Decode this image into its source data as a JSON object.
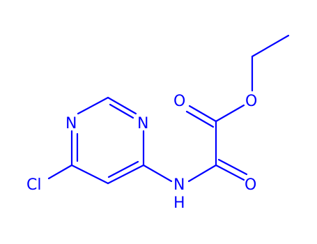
{
  "molecule": {
    "color": "#0000ff",
    "atoms": {
      "n1": "N",
      "n3": "N",
      "cl": "Cl",
      "nh_n": "N",
      "nh_h": "H",
      "o_amide": "O",
      "o_carbonyl": "O",
      "o_ester": "O"
    }
  }
}
